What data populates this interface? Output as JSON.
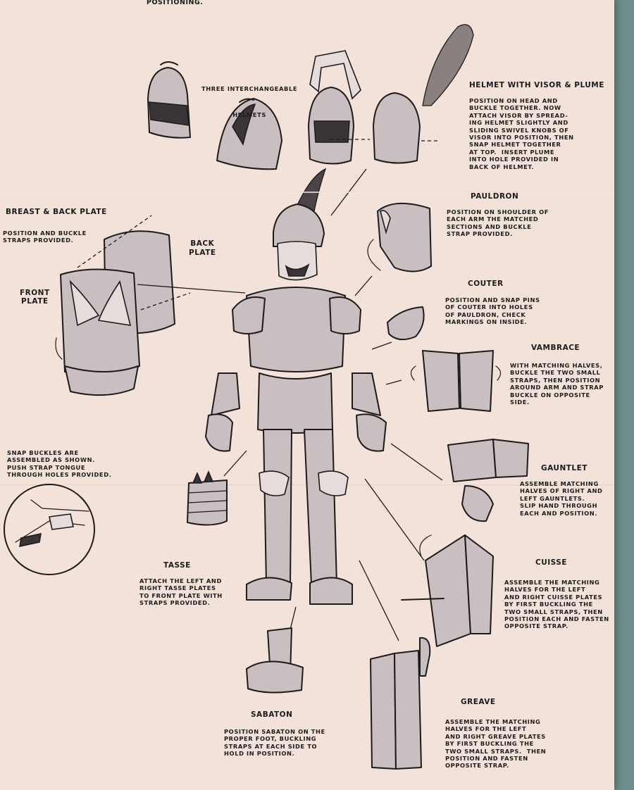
{
  "top_fragment": "POSITIONING.",
  "helmets": {
    "label_line1": "THREE INTERCHANGEABLE",
    "label_line2": "HELMETS"
  },
  "sections": {
    "helmet": {
      "title": "HELMET WITH VISOR & PLUME",
      "body": "POSITION ON HEAD AND\nBUCKLE TOGETHER. NOW\nATTACH VISOR BY SPREAD-\nING HELMET SLIGHTLY AND\nSLIDING SWIVEL KNOBS OF\nVISOR INTO POSITION, THEN\nSNAP HELMET TOGETHER\nAT TOP.  INSERT PLUME\nINTO HOLE PROVIDED IN\nBACK OF HELMET."
    },
    "breast": {
      "title": "BREAST & BACK PLATE",
      "body": "POSITION AND BUCKLE\nSTRAPS PROVIDED.",
      "back_label": "BACK\nPLATE",
      "front_label": "FRONT\nPLATE"
    },
    "pauldron": {
      "title": "PAULDRON",
      "body": "POSITION ON SHOULDER OF\nEACH ARM THE MATCHED\nSECTIONS AND BUCKLE\nSTRAP PROVIDED."
    },
    "couter": {
      "title": "COUTER",
      "body": "POSITION AND SNAP PINS\nOF COUTER INTO HOLES\nOF PAULDRON, CHECK\nMARKINGS ON INSIDE."
    },
    "vambrace": {
      "title": "VAMBRACE",
      "body": "WITH MATCHING HALVES,\nBUCKLE THE TWO SMALL\nSTRAPS, THEN POSITION\nAROUND ARM AND STRAP\nBUCKLE ON OPPOSITE\nSIDE."
    },
    "snap": {
      "body": "SNAP BUCKLES ARE\nASSEMBLED AS SHOWN.\nPUSH STRAP TONGUE\nTHROUGH HOLES PROVIDED."
    },
    "gauntlet": {
      "title": "GAUNTLET",
      "body": "ASSEMBLE MATCHING\nHALVES OF RIGHT AND\nLEFT GAUNTLETS.\nSLIP HAND THROUGH\nEACH AND POSITION."
    },
    "tasse": {
      "title": "TASSE",
      "body": "ATTACH THE LEFT AND\nRIGHT TASSE PLATES\nTO FRONT PLATE WITH\nSTRAPS PROVIDED."
    },
    "cuisse": {
      "title": "CUISSE",
      "body": "ASSEMBLE THE MATCHING\nHALVES FOR THE LEFT\nAND RIGHT CUISSE PLATES\nBY FIRST BUCKLING THE\nTWO SMALL STRAPS, THEN\nPOSITION EACH AND FASTEN\nOPPOSITE STRAP."
    },
    "sabaton": {
      "title": "SABATON",
      "body": "POSITION SABATON ON THE\nPROPER FOOT, BUCKLING\nSTRAPS AT EACH SIDE TO\nHOLD IN POSITION."
    },
    "greave": {
      "title": "GREAVE",
      "body": "ASSEMBLE THE MATCHING\nHALVES FOR THE LEFT\nAND RIGHT GREAVE PLATES\nBY FIRST BUCKLING THE\nTWO SMALL STRAPS.  THEN\nPOSITION AND FASTEN\nOPPOSITE STRAP."
    }
  },
  "colors": {
    "paper": "#f3e2d9",
    "ink": "#1b1b1b",
    "background": "#6f8d8c"
  }
}
